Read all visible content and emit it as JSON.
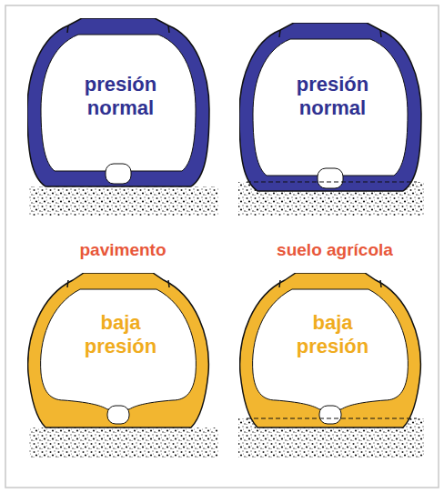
{
  "diagram": {
    "nodes": [
      {
        "text": [
          "presión normal"
        ]
      },
      {
        "text": [
          "presión normal"
        ]
      },
      {
        "text": [
          "baja presión"
        ]
      },
      {
        "text": [
          "baja presión"
        ]
      }
    ],
    "labels": [
      "pavimento",
      "suelo agrícola"
    ]
  }
}
